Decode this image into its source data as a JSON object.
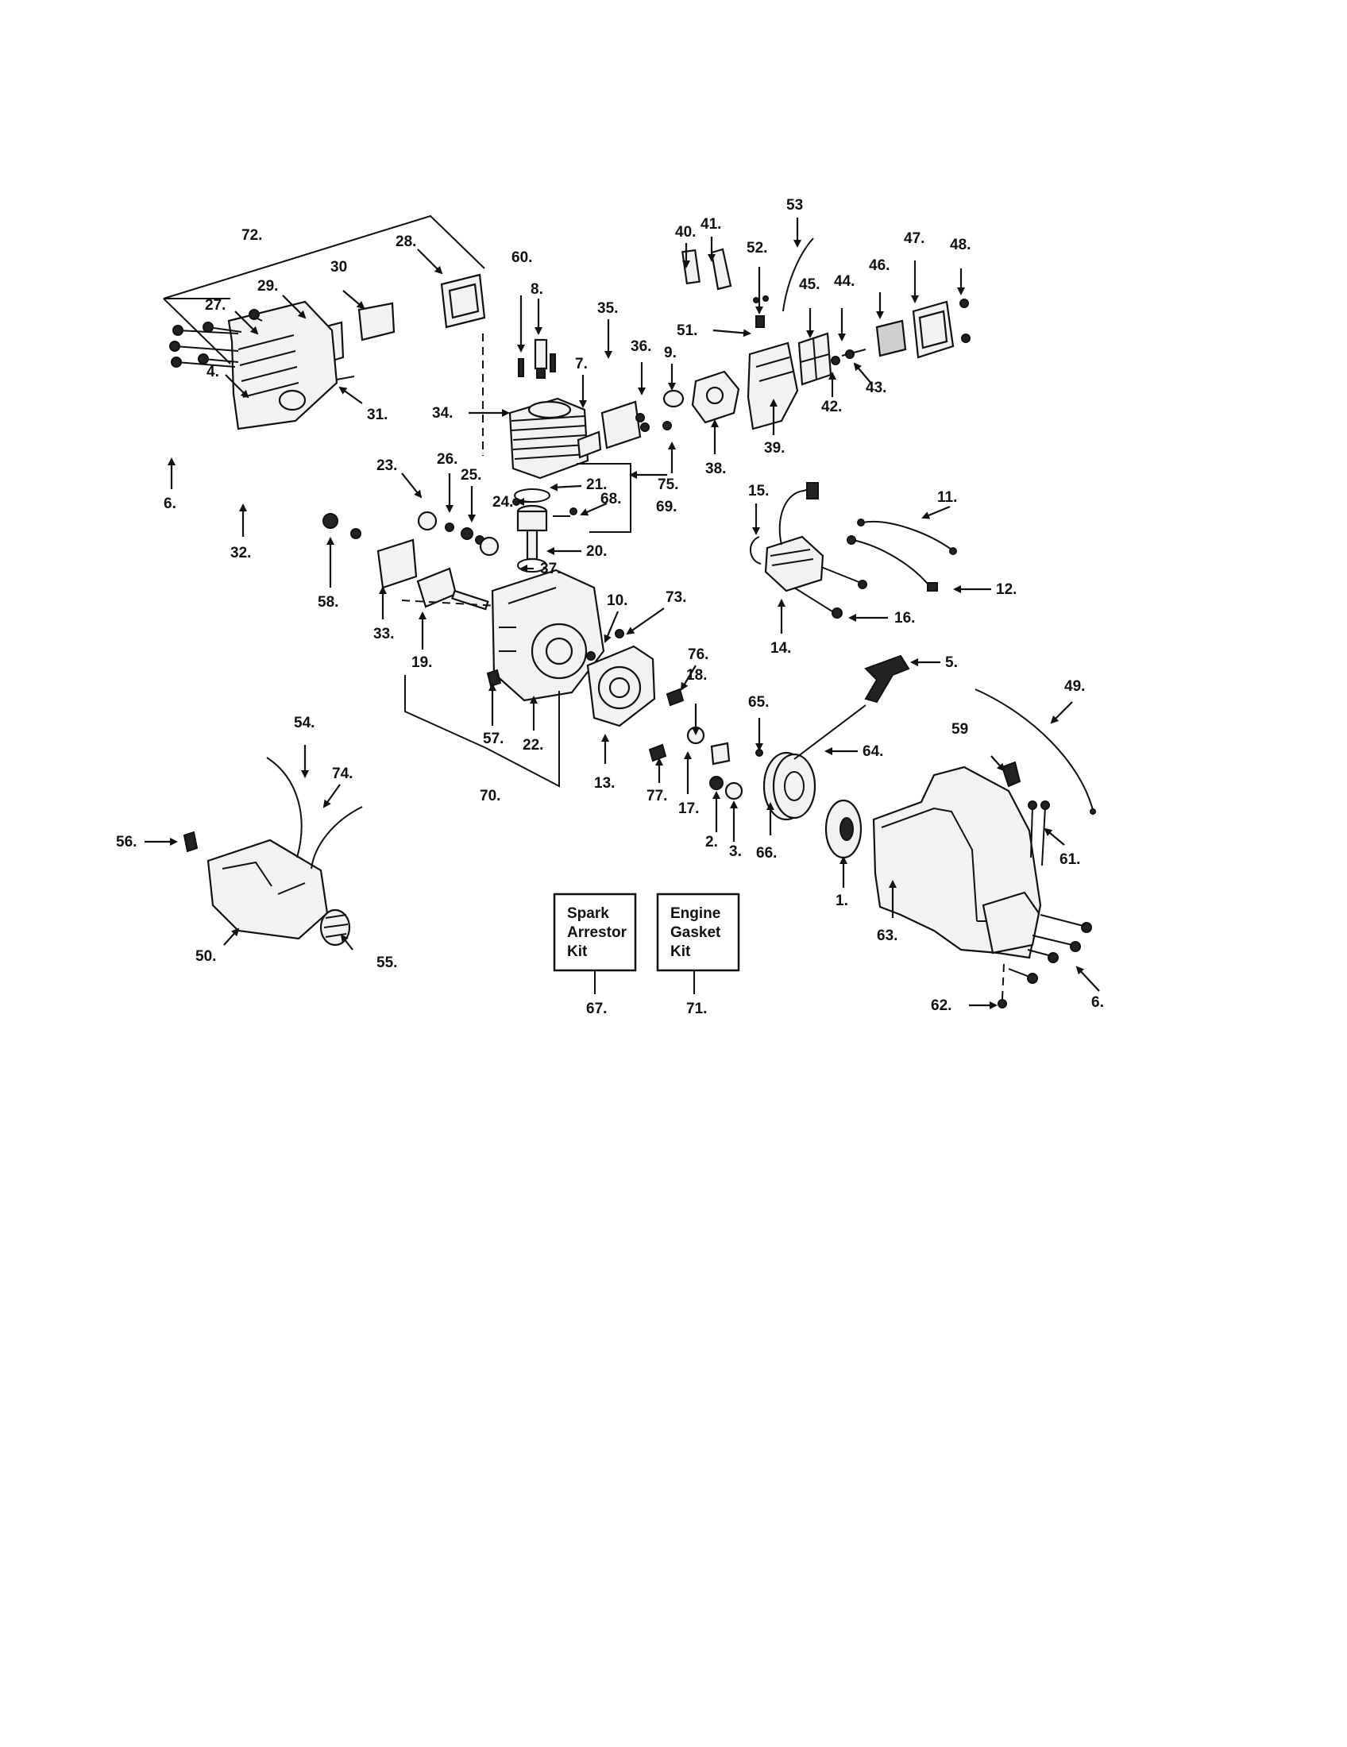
{
  "part_labels": [
    "1.",
    "2.",
    "3.",
    "4.",
    "5.",
    "6.",
    "7.",
    "8.",
    "9.",
    "10.",
    "11.",
    "12.",
    "13.",
    "14.",
    "15.",
    "16.",
    "17.",
    "18.",
    "19.",
    "20.",
    "21.",
    "22.",
    "23.",
    "24.",
    "25.",
    "26.",
    "27.",
    "28.",
    "29.",
    "30",
    "31.",
    "32.",
    "33.",
    "34.",
    "35.",
    "36.",
    "37.",
    "38.",
    "39.",
    "40.",
    "41.",
    "42.",
    "43.",
    "44.",
    "45.",
    "46.",
    "47.",
    "48.",
    "49.",
    "50.",
    "51.",
    "52.",
    "53",
    "54.",
    "55.",
    "56.",
    "57.",
    "58.",
    "59",
    "60.",
    "61.",
    "62.",
    "63.",
    "64.",
    "65.",
    "66.",
    "67.",
    "68.",
    "69.",
    "70.",
    "71.",
    "72.",
    "73.",
    "74.",
    "75.",
    "76.",
    "77."
  ],
  "kits": [
    {
      "line1": "Spark",
      "line2": "Arrestor",
      "line3": "Kit",
      "ref": "67."
    },
    {
      "line1": "Engine",
      "line2": "Gasket",
      "line3": "Kit",
      "ref": "71."
    }
  ]
}
